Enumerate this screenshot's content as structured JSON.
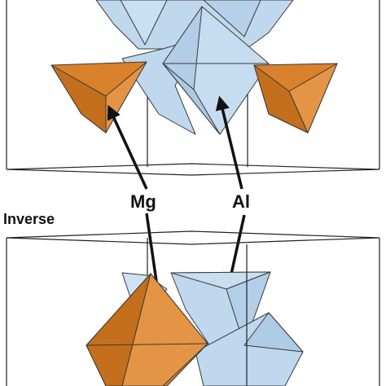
{
  "labels": {
    "mg": "Mg",
    "al": "Al",
    "section_inverse": "Inverse"
  },
  "colors": {
    "mg_polyhedron": "#D9822B",
    "al_polyhedron": "#BFD8EE",
    "edge": "#3A3A3A",
    "arrow": "#111111",
    "cell_line": "#222222"
  }
}
